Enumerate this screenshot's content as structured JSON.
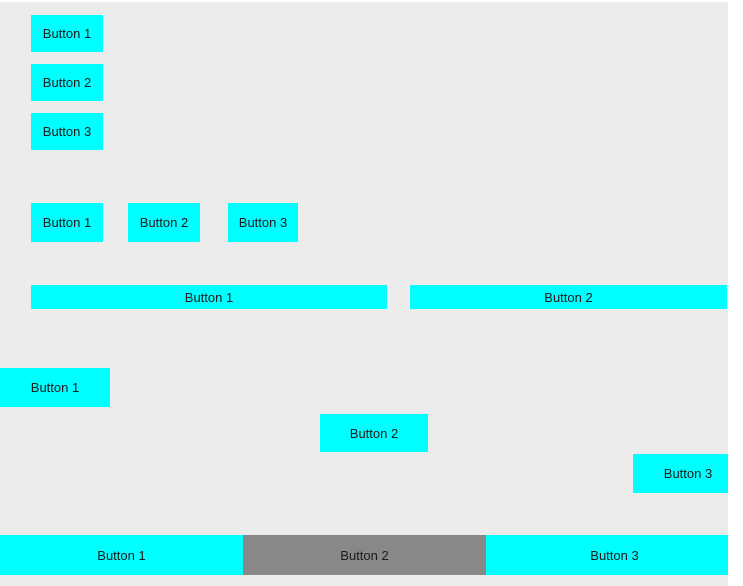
{
  "window": {
    "background_color": "#ececec",
    "page_color": "#ffffff"
  },
  "theme": {
    "button_color": "#00ffff",
    "button_disabled_color": "#888888",
    "button_text_color": "#1c1c1c"
  },
  "groups": [
    {
      "name": "vertical-stack",
      "layout": "column",
      "buttons": [
        {
          "label": "Button 1",
          "state": "enabled"
        },
        {
          "label": "Button 2",
          "state": "enabled"
        },
        {
          "label": "Button 3",
          "state": "enabled"
        }
      ]
    },
    {
      "name": "horizontal-row",
      "layout": "row",
      "buttons": [
        {
          "label": "Button 1",
          "state": "enabled"
        },
        {
          "label": "Button 2",
          "state": "enabled"
        },
        {
          "label": "Button 3",
          "state": "enabled"
        }
      ]
    },
    {
      "name": "wide-bar-row",
      "layout": "row-stretch",
      "buttons": [
        {
          "label": "Button 1",
          "state": "enabled"
        },
        {
          "label": "Button 2",
          "state": "enabled"
        }
      ]
    },
    {
      "name": "staircase-row",
      "layout": "diagonal",
      "buttons": [
        {
          "label": "Button 1",
          "state": "enabled"
        },
        {
          "label": "Button 2",
          "state": "enabled"
        },
        {
          "label": "Button 3",
          "state": "enabled"
        }
      ]
    },
    {
      "name": "bottom-bar",
      "layout": "row-fill",
      "buttons": [
        {
          "label": "Button 1",
          "state": "enabled"
        },
        {
          "label": "Button 2",
          "state": "disabled"
        },
        {
          "label": "Button 3",
          "state": "enabled"
        }
      ]
    }
  ]
}
